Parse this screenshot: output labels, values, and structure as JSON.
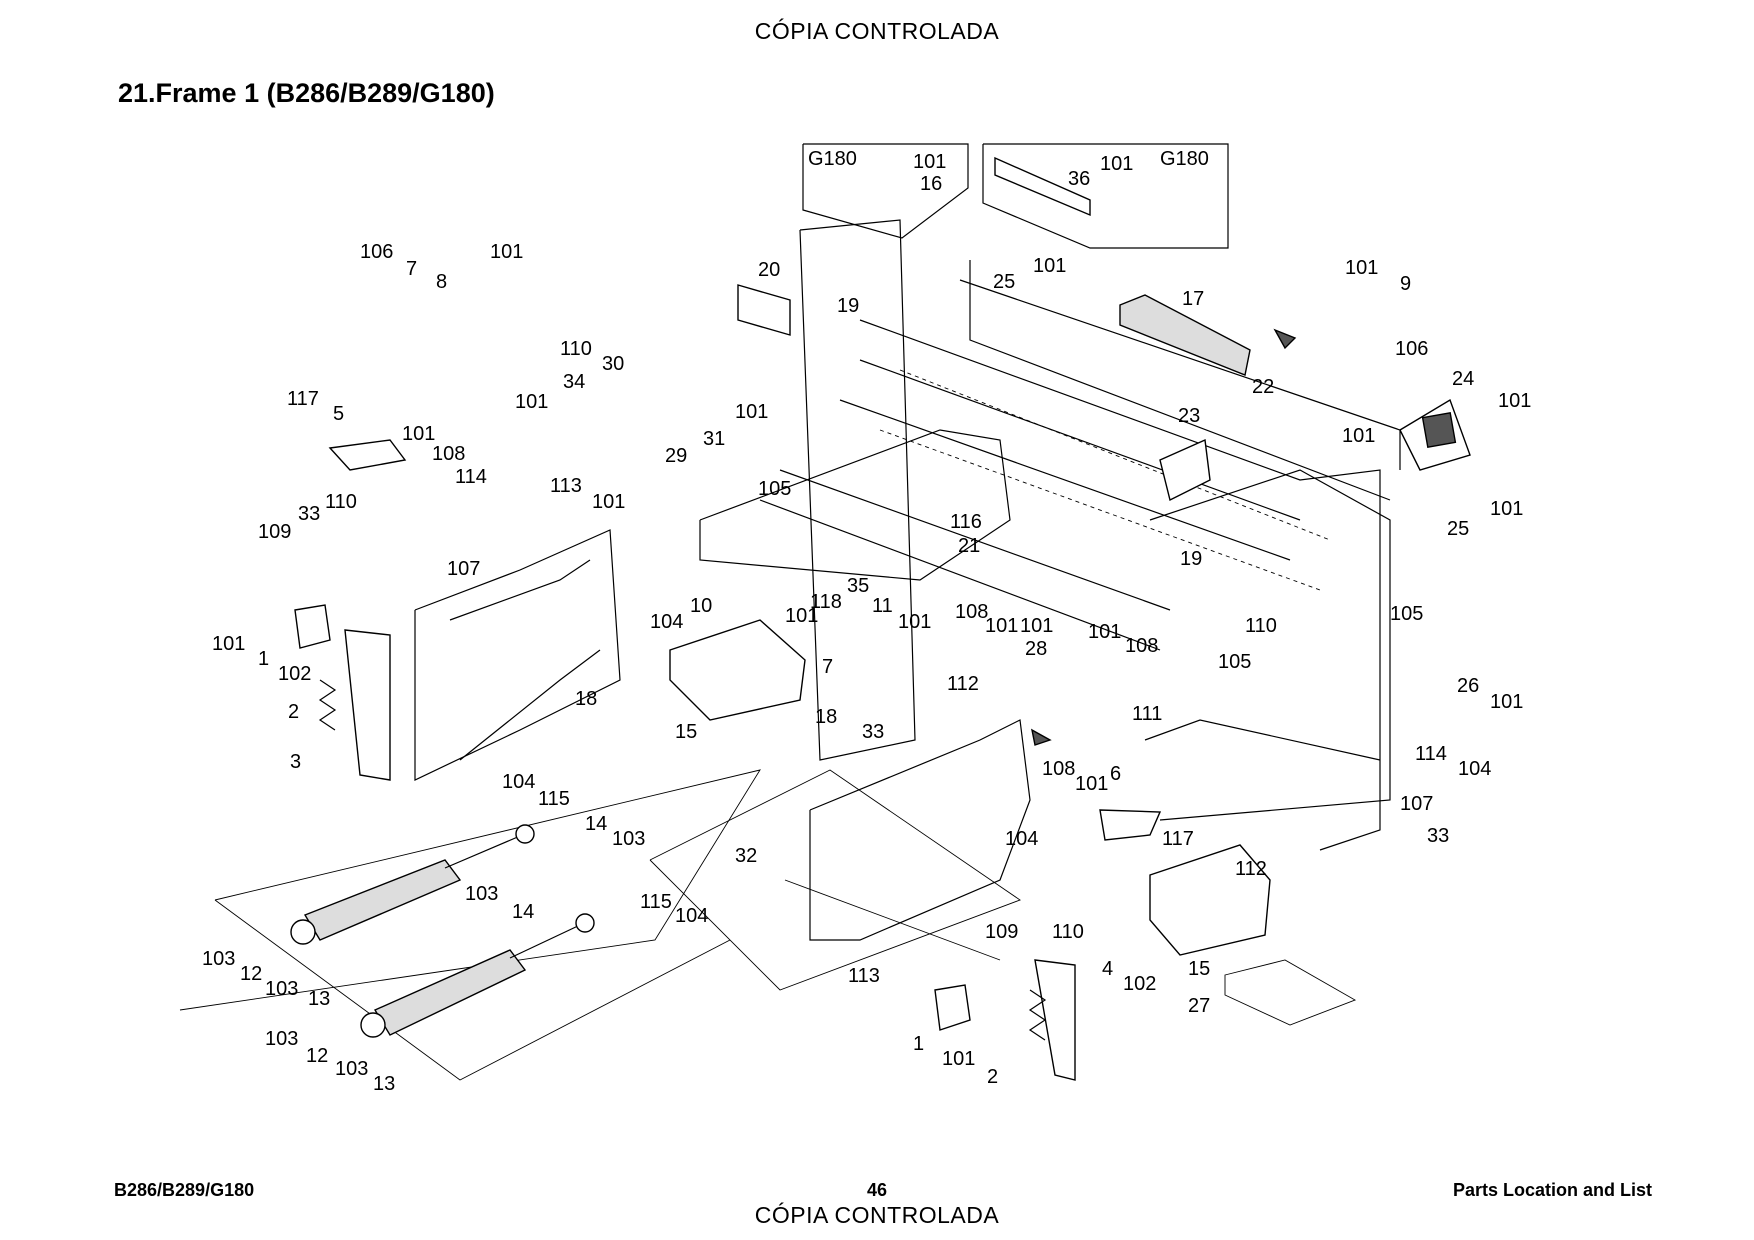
{
  "watermark_top": "CÓPIA CONTROLADA",
  "watermark_bottom": "CÓPIA CONTROLADA",
  "title": "21.Frame 1 (B286/B289/G180)",
  "footer": {
    "left": "B286/B289/G180",
    "page_number": "46",
    "right": "Parts Location and List"
  },
  "inset_label": "G180",
  "callouts": [
    {
      "id": "c-g180-a",
      "label": "G180"
    },
    {
      "id": "c-101-a",
      "label": "101"
    },
    {
      "id": "c-16",
      "label": "16"
    },
    {
      "id": "c-36",
      "label": "36"
    },
    {
      "id": "c-101-b",
      "label": "101"
    },
    {
      "id": "c-g180-b",
      "label": "G180"
    },
    {
      "id": "c-106-a",
      "label": "106"
    },
    {
      "id": "c-7-a",
      "label": "7"
    },
    {
      "id": "c-8",
      "label": "8"
    },
    {
      "id": "c-101-c",
      "label": "101"
    },
    {
      "id": "c-20",
      "label": "20"
    },
    {
      "id": "c-19-a",
      "label": "19"
    },
    {
      "id": "c-25-a",
      "label": "25"
    },
    {
      "id": "c-101-d",
      "label": "101"
    },
    {
      "id": "c-17",
      "label": "17"
    },
    {
      "id": "c-101-e",
      "label": "101"
    },
    {
      "id": "c-9",
      "label": "9"
    },
    {
      "id": "c-106-b",
      "label": "106"
    },
    {
      "id": "c-110-a",
      "label": "110"
    },
    {
      "id": "c-30",
      "label": "30"
    },
    {
      "id": "c-34",
      "label": "34"
    },
    {
      "id": "c-101-f",
      "label": "101"
    },
    {
      "id": "c-101-g",
      "label": "101"
    },
    {
      "id": "c-22",
      "label": "22"
    },
    {
      "id": "c-24",
      "label": "24"
    },
    {
      "id": "c-101-h",
      "label": "101"
    },
    {
      "id": "c-117-a",
      "label": "117"
    },
    {
      "id": "c-5",
      "label": "5"
    },
    {
      "id": "c-31",
      "label": "31"
    },
    {
      "id": "c-29",
      "label": "29"
    },
    {
      "id": "c-23",
      "label": "23"
    },
    {
      "id": "c-101-i",
      "label": "101"
    },
    {
      "id": "c-101-j",
      "label": "101"
    },
    {
      "id": "c-108-a",
      "label": "108"
    },
    {
      "id": "c-114-a",
      "label": "114"
    },
    {
      "id": "c-113-a",
      "label": "113"
    },
    {
      "id": "c-101-k",
      "label": "101"
    },
    {
      "id": "c-105-a",
      "label": "105"
    },
    {
      "id": "c-33-a",
      "label": "33"
    },
    {
      "id": "c-110-b",
      "label": "110"
    },
    {
      "id": "c-116",
      "label": "116"
    },
    {
      "id": "c-109-a",
      "label": "109"
    },
    {
      "id": "c-21",
      "label": "21"
    },
    {
      "id": "c-19-b",
      "label": "19"
    },
    {
      "id": "c-25-b",
      "label": "25"
    },
    {
      "id": "c-101-l",
      "label": "101"
    },
    {
      "id": "c-107-a",
      "label": "107"
    },
    {
      "id": "c-35",
      "label": "35"
    },
    {
      "id": "c-10",
      "label": "10"
    },
    {
      "id": "c-118",
      "label": "118"
    },
    {
      "id": "c-101-m",
      "label": "101"
    },
    {
      "id": "c-108-b",
      "label": "108"
    },
    {
      "id": "c-101-n",
      "label": "101"
    },
    {
      "id": "c-101-o",
      "label": "101"
    },
    {
      "id": "c-101-p",
      "label": "101"
    },
    {
      "id": "c-105-b",
      "label": "105"
    },
    {
      "id": "c-101-q",
      "label": "101"
    },
    {
      "id": "c-104-a",
      "label": "104"
    },
    {
      "id": "c-11",
      "label": "11"
    },
    {
      "id": "c-101-r",
      "label": "101"
    },
    {
      "id": "c-108-c",
      "label": "108"
    },
    {
      "id": "c-110-c",
      "label": "110"
    },
    {
      "id": "c-1-a",
      "label": "1"
    },
    {
      "id": "c-102-a",
      "label": "102"
    },
    {
      "id": "c-7-b",
      "label": "7"
    },
    {
      "id": "c-28",
      "label": "28"
    },
    {
      "id": "c-105-c",
      "label": "105"
    },
    {
      "id": "c-26",
      "label": "26"
    },
    {
      "id": "c-101-s",
      "label": "101"
    },
    {
      "id": "c-2-a",
      "label": "2"
    },
    {
      "id": "c-18-a",
      "label": "18"
    },
    {
      "id": "c-112-a",
      "label": "112"
    },
    {
      "id": "c-111",
      "label": "111"
    },
    {
      "id": "c-15-a",
      "label": "15"
    },
    {
      "id": "c-18-b",
      "label": "18"
    },
    {
      "id": "c-33-b",
      "label": "33"
    },
    {
      "id": "c-114-b",
      "label": "114"
    },
    {
      "id": "c-104-b",
      "label": "104"
    },
    {
      "id": "c-3",
      "label": "3"
    },
    {
      "id": "c-6",
      "label": "6"
    },
    {
      "id": "c-108-d",
      "label": "108"
    },
    {
      "id": "c-101-t",
      "label": "101"
    },
    {
      "id": "c-104-c",
      "label": "104"
    },
    {
      "id": "c-115-a",
      "label": "115"
    },
    {
      "id": "c-107-b",
      "label": "107"
    },
    {
      "id": "c-14-a",
      "label": "14"
    },
    {
      "id": "c-103-a",
      "label": "103"
    },
    {
      "id": "c-33-c",
      "label": "33"
    },
    {
      "id": "c-104-d",
      "label": "104"
    },
    {
      "id": "c-117-b",
      "label": "117"
    },
    {
      "id": "c-32",
      "label": "32"
    },
    {
      "id": "c-112-b",
      "label": "112"
    },
    {
      "id": "c-103-b",
      "label": "103"
    },
    {
      "id": "c-14-b",
      "label": "14"
    },
    {
      "id": "c-115-b",
      "label": "115"
    },
    {
      "id": "c-104-e",
      "label": "104"
    },
    {
      "id": "c-109-b",
      "label": "109"
    },
    {
      "id": "c-110-d",
      "label": "110"
    },
    {
      "id": "c-103-c",
      "label": "103"
    },
    {
      "id": "c-12-a",
      "label": "12"
    },
    {
      "id": "c-103-d",
      "label": "103"
    },
    {
      "id": "c-13-a",
      "label": "13"
    },
    {
      "id": "c-113-b",
      "label": "113"
    },
    {
      "id": "c-15-b",
      "label": "15"
    },
    {
      "id": "c-4",
      "label": "4"
    },
    {
      "id": "c-102-b",
      "label": "102"
    },
    {
      "id": "c-27",
      "label": "27"
    },
    {
      "id": "c-103-e",
      "label": "103"
    },
    {
      "id": "c-12-b",
      "label": "12"
    },
    {
      "id": "c-1-b",
      "label": "1"
    },
    {
      "id": "c-101-u",
      "label": "101"
    },
    {
      "id": "c-103-f",
      "label": "103"
    },
    {
      "id": "c-13-b",
      "label": "13"
    },
    {
      "id": "c-2-b",
      "label": "2"
    }
  ]
}
